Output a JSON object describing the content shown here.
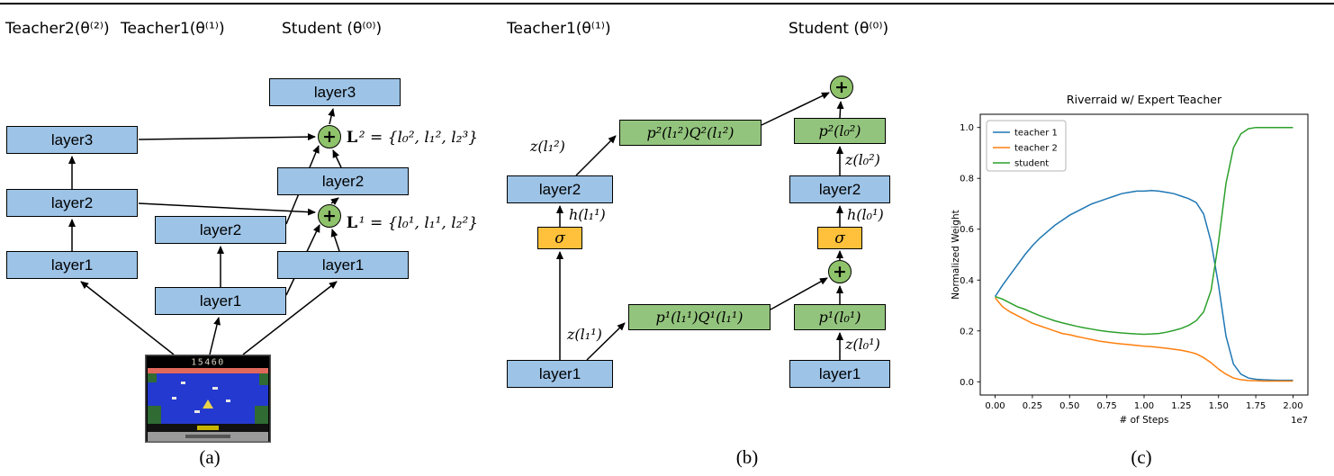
{
  "colors": {
    "layer_box_blue": "#9DC3E6",
    "op_box_green": "#93C47D",
    "sum_node_green": "#8FC36B",
    "sigma_box_orange": "#FFC13B",
    "teacher1_line": "#1f77b4",
    "teacher2_line": "#ff7f0e",
    "student_line": "#2ca02c"
  },
  "symbols": {
    "plus": "+",
    "sigma": "σ",
    "blackboard_L": "L"
  },
  "panel_a": {
    "headers": {
      "teacher2": "Teacher2(θ⁽²⁾)",
      "teacher1": "Teacher1(θ⁽¹⁾)",
      "student": "Student (θ⁽⁰⁾)"
    },
    "teacher2": {
      "layer1": "layer1",
      "layer2": "layer2",
      "layer3": "layer3"
    },
    "teacher1": {
      "layer1": "layer1",
      "layer2": "layer2"
    },
    "student": {
      "layer1": "layer1",
      "layer2": "layer2",
      "layer3": "layer3"
    },
    "sets": {
      "set2": "² = {l₀², l₁², l₂³}",
      "set1": "¹ = {l₀¹, l₁¹, l₂²}"
    },
    "game": {
      "score": "15460"
    },
    "caption": "(a)"
  },
  "panel_b": {
    "headers": {
      "teacher1": "Teacher1(θ⁽¹⁾)",
      "student": "Student (θ⁽⁰⁾)"
    },
    "teacher1": {
      "layer1": "layer1",
      "layer2": "layer2"
    },
    "student": {
      "layer1": "layer1",
      "layer2": "layer2"
    },
    "op_boxes": {
      "pq2": "p²(l₁²)Q²(l₁²)",
      "pq1": "p¹(l₁¹)Q¹(l₁¹)",
      "p2": "p²(l₀²)",
      "p1": "p¹(l₀¹)"
    },
    "labels": {
      "z_t_2": "z(l₁²)",
      "h_t_1": "h(l₁¹)",
      "z_t_1": "z(l₁¹)",
      "z_s_2": "z(l₀²)",
      "h_s_1": "h(l₀¹)",
      "z_s_1": "z(l₀¹)"
    },
    "caption": "(b)"
  },
  "panel_c": {
    "caption": "(c)"
  },
  "chart_data": {
    "type": "line",
    "title": "Riverraid w/ Expert Teacher",
    "xlabel": "# of Steps",
    "ylabel": "Normalized Weight",
    "x_offset_label": "1e7",
    "xlim": [
      -0.1,
      2.1
    ],
    "ylim": [
      -0.052,
      1.052
    ],
    "grid": false,
    "legend_position": "upper left",
    "xticks": {
      "values": [
        0,
        0.25,
        0.5,
        0.75,
        1.0,
        1.25,
        1.5,
        1.75,
        2.0
      ],
      "labels": [
        "0.00",
        "0.25",
        "0.50",
        "0.75",
        "1.00",
        "1.25",
        "1.50",
        "1.75",
        "2.00"
      ]
    },
    "yticks": {
      "values": [
        0,
        0.2,
        0.4,
        0.6,
        0.8,
        1.0
      ],
      "labels": [
        "0.0",
        "0.2",
        "0.4",
        "0.6",
        "0.8",
        "1.0"
      ]
    },
    "x": [
      0,
      0.05,
      0.1,
      0.15,
      0.2,
      0.25,
      0.3,
      0.35,
      0.4,
      0.45,
      0.5,
      0.55,
      0.6,
      0.65,
      0.7,
      0.75,
      0.8,
      0.85,
      0.9,
      0.95,
      1.0,
      1.05,
      1.1,
      1.15,
      1.2,
      1.25,
      1.3,
      1.35,
      1.4,
      1.45,
      1.5,
      1.55,
      1.6,
      1.65,
      1.7,
      1.75,
      1.8,
      1.85,
      1.9,
      1.95,
      2.0
    ],
    "series": [
      {
        "name": "teacher 1",
        "color": "#1f77b4",
        "values": [
          0.335,
          0.38,
          0.42,
          0.46,
          0.5,
          0.535,
          0.565,
          0.59,
          0.615,
          0.635,
          0.655,
          0.67,
          0.685,
          0.7,
          0.71,
          0.72,
          0.73,
          0.74,
          0.745,
          0.75,
          0.75,
          0.752,
          0.75,
          0.745,
          0.74,
          0.73,
          0.72,
          0.705,
          0.66,
          0.55,
          0.38,
          0.18,
          0.07,
          0.03,
          0.015,
          0.01,
          0.008,
          0.007,
          0.006,
          0.006,
          0.006
        ]
      },
      {
        "name": "teacher 2",
        "color": "#ff7f0e",
        "values": [
          0.33,
          0.295,
          0.275,
          0.26,
          0.245,
          0.23,
          0.22,
          0.21,
          0.2,
          0.19,
          0.185,
          0.178,
          0.172,
          0.166,
          0.16,
          0.156,
          0.152,
          0.149,
          0.146,
          0.143,
          0.14,
          0.138,
          0.135,
          0.132,
          0.128,
          0.124,
          0.118,
          0.11,
          0.095,
          0.075,
          0.05,
          0.03,
          0.015,
          0.008,
          0.005,
          0.004,
          0.003,
          0.003,
          0.003,
          0.003,
          0.003
        ]
      },
      {
        "name": "student",
        "color": "#2ca02c",
        "values": [
          0.335,
          0.325,
          0.31,
          0.295,
          0.285,
          0.272,
          0.26,
          0.25,
          0.24,
          0.232,
          0.225,
          0.218,
          0.212,
          0.207,
          0.202,
          0.198,
          0.195,
          0.192,
          0.19,
          0.188,
          0.187,
          0.188,
          0.19,
          0.195,
          0.202,
          0.21,
          0.222,
          0.24,
          0.275,
          0.36,
          0.55,
          0.78,
          0.92,
          0.975,
          0.995,
          1.0,
          1.0,
          1.0,
          1.0,
          1.0,
          1.0
        ]
      }
    ]
  }
}
